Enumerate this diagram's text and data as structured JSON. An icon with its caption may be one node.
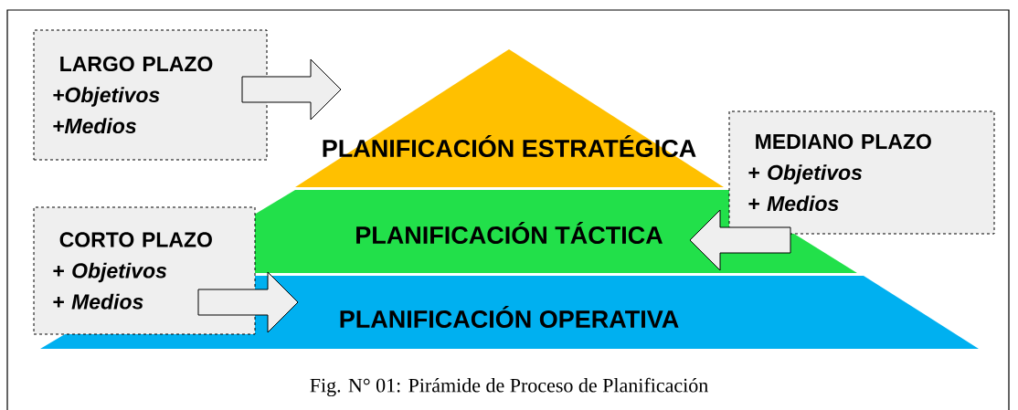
{
  "diagram": {
    "caption": "Fig. N° 01: Pirámide de Proceso de Planificación",
    "nodes": [
      {
        "text": [
          "PLANIFICACIÓN ESTRATÉGICA"
        ]
      },
      {
        "text": [
          "PLANIFICACIÓN TÁCTICA"
        ]
      },
      {
        "text": [
          "PLANIFICACIÓN OPERATIVA"
        ]
      },
      {
        "text": [
          "LARGO PLAZO",
          "+Objetivos",
          "+Medios"
        ]
      },
      {
        "text": [
          "MEDIANO PLAZO",
          "+ Objetivos",
          "+ Medios"
        ]
      },
      {
        "text": [
          "CORTO PLAZO",
          "+ Objetivos",
          "+ Medios"
        ]
      }
    ],
    "edges": [
      {
        "from": 3,
        "to": 0,
        "arrow": "to"
      },
      {
        "from": 4,
        "to": 1,
        "arrow": "to"
      },
      {
        "from": 5,
        "to": 2,
        "arrow": "to"
      }
    ]
  }
}
